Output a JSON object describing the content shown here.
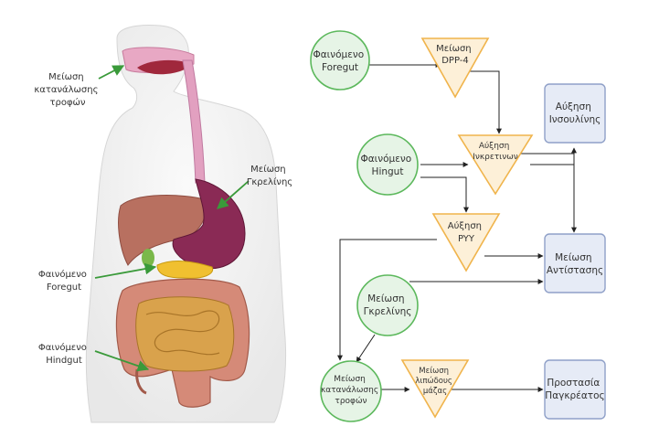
{
  "anatomy_labels": {
    "reduce_food_intake": [
      "Μείωση",
      "κατανάλωσης",
      "τροφών"
    ],
    "reduce_ghrelin": [
      "Μείωση",
      "Γκρελίνης"
    ],
    "foregut": [
      "Φαινόμενο",
      "Foregut"
    ],
    "hindgut": [
      "Φαινόμενο",
      "Hindgut"
    ]
  },
  "nodes": {
    "foregut": [
      "Φαινόμενο",
      "Foregut"
    ],
    "dpp4": [
      "Μείωση",
      "DPP-4"
    ],
    "insulin": [
      "Αύξηση",
      "Ινσουλίνης"
    ],
    "hingut": [
      "Φαινόμενο",
      "Hingut"
    ],
    "incretins": [
      "Αύξηση",
      "Ινκρετινων"
    ],
    "pyy": [
      "Αύξηση",
      "PYY"
    ],
    "resistance": [
      "Μείωση",
      "Αντίστασης"
    ],
    "ghrelin": [
      "Μείωση",
      "Γκρελίνης"
    ],
    "food_intake": [
      "Μείωση",
      "κατανάλωσης",
      "τροφών"
    ],
    "fat_mass": [
      "Μείωση",
      "λιπώδους",
      "μάζας"
    ],
    "pancreas": [
      "Προστασία",
      "Παγκρέατος"
    ]
  },
  "colors": {
    "circle_fill": "#e6f4e6",
    "circle_stroke": "#5cb85c",
    "triangle_fill": "#fdf0d8",
    "triangle_stroke": "#f0b44c",
    "rect_fill": "#e6ebf6",
    "rect_stroke": "#8fa0c8",
    "arrow": "#222222",
    "label_arrow": "#3a9a3a"
  }
}
